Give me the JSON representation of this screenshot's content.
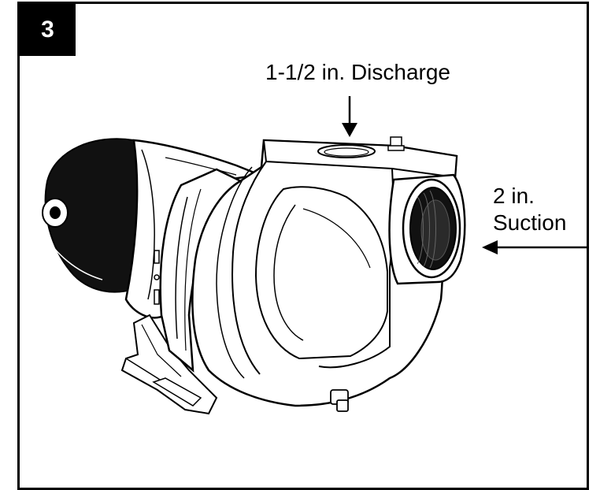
{
  "step": {
    "number": "3"
  },
  "callouts": {
    "discharge": "1-1/2 in.  Discharge",
    "suction_line1": "2 in.",
    "suction_line2": "Suction"
  },
  "colors": {
    "ink": "#000000",
    "paper": "#ffffff",
    "shade": "#1a1a1a"
  },
  "icons": {
    "discharge_arrow": "arrow-down-icon",
    "suction_arrow": "arrow-left-icon",
    "pump": "pump-illustration"
  }
}
